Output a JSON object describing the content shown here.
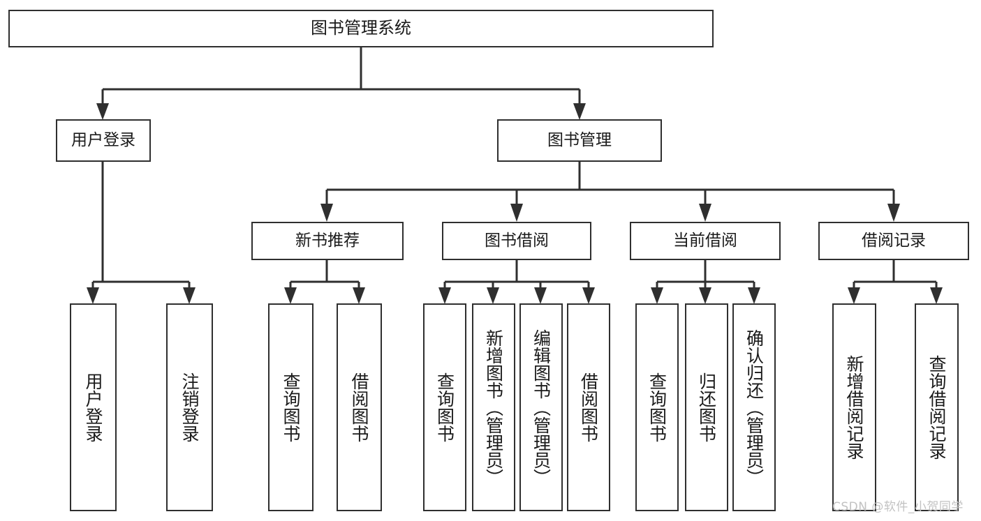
{
  "diagram": {
    "type": "tree-hierarchy",
    "title": "图书管理系统",
    "orientation": "top-down",
    "colors": {
      "box_border": "#2f2f2f",
      "box_fill": "#ffffff",
      "connector": "#2f2f2f",
      "text": "#1a1a1a",
      "watermark": "#c2c2c2",
      "background": "#ffffff"
    }
  },
  "root": {
    "label": "图书管理系统"
  },
  "level2": [
    {
      "label": "用户登录"
    },
    {
      "label": "图书管理"
    }
  ],
  "level3": [
    {
      "label": "新书推荐"
    },
    {
      "label": "图书借阅"
    },
    {
      "label": "当前借阅"
    },
    {
      "label": "借阅记录"
    }
  ],
  "leaves": {
    "user_login": [
      {
        "label": "用户登录"
      },
      {
        "label": "注销登录"
      }
    ],
    "new_book_recommend": [
      {
        "label": "查询图书"
      },
      {
        "label": "借阅图书"
      }
    ],
    "book_borrow": [
      {
        "label": "查询图书"
      },
      {
        "label": "新增图书（管理员）"
      },
      {
        "label": "编辑图书（管理员）"
      },
      {
        "label": "借阅图书"
      }
    ],
    "current_borrow": [
      {
        "label": "查询图书"
      },
      {
        "label": "归还图书"
      },
      {
        "label": "确认归还（管理员）"
      }
    ],
    "borrow_record": [
      {
        "label": "新增借阅记录"
      },
      {
        "label": "查询借阅记录"
      }
    ]
  },
  "watermark": {
    "text": "CSDN @软件_小贺同学"
  }
}
